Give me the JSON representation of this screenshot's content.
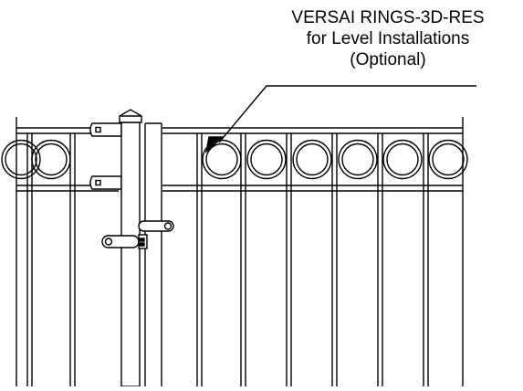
{
  "callout": {
    "line1": "VERSAI RINGS-3D-RES",
    "line2": "for Level Installations",
    "line3": "(Optional)"
  },
  "colors": {
    "stroke": "#000000",
    "background": "#ffffff"
  }
}
